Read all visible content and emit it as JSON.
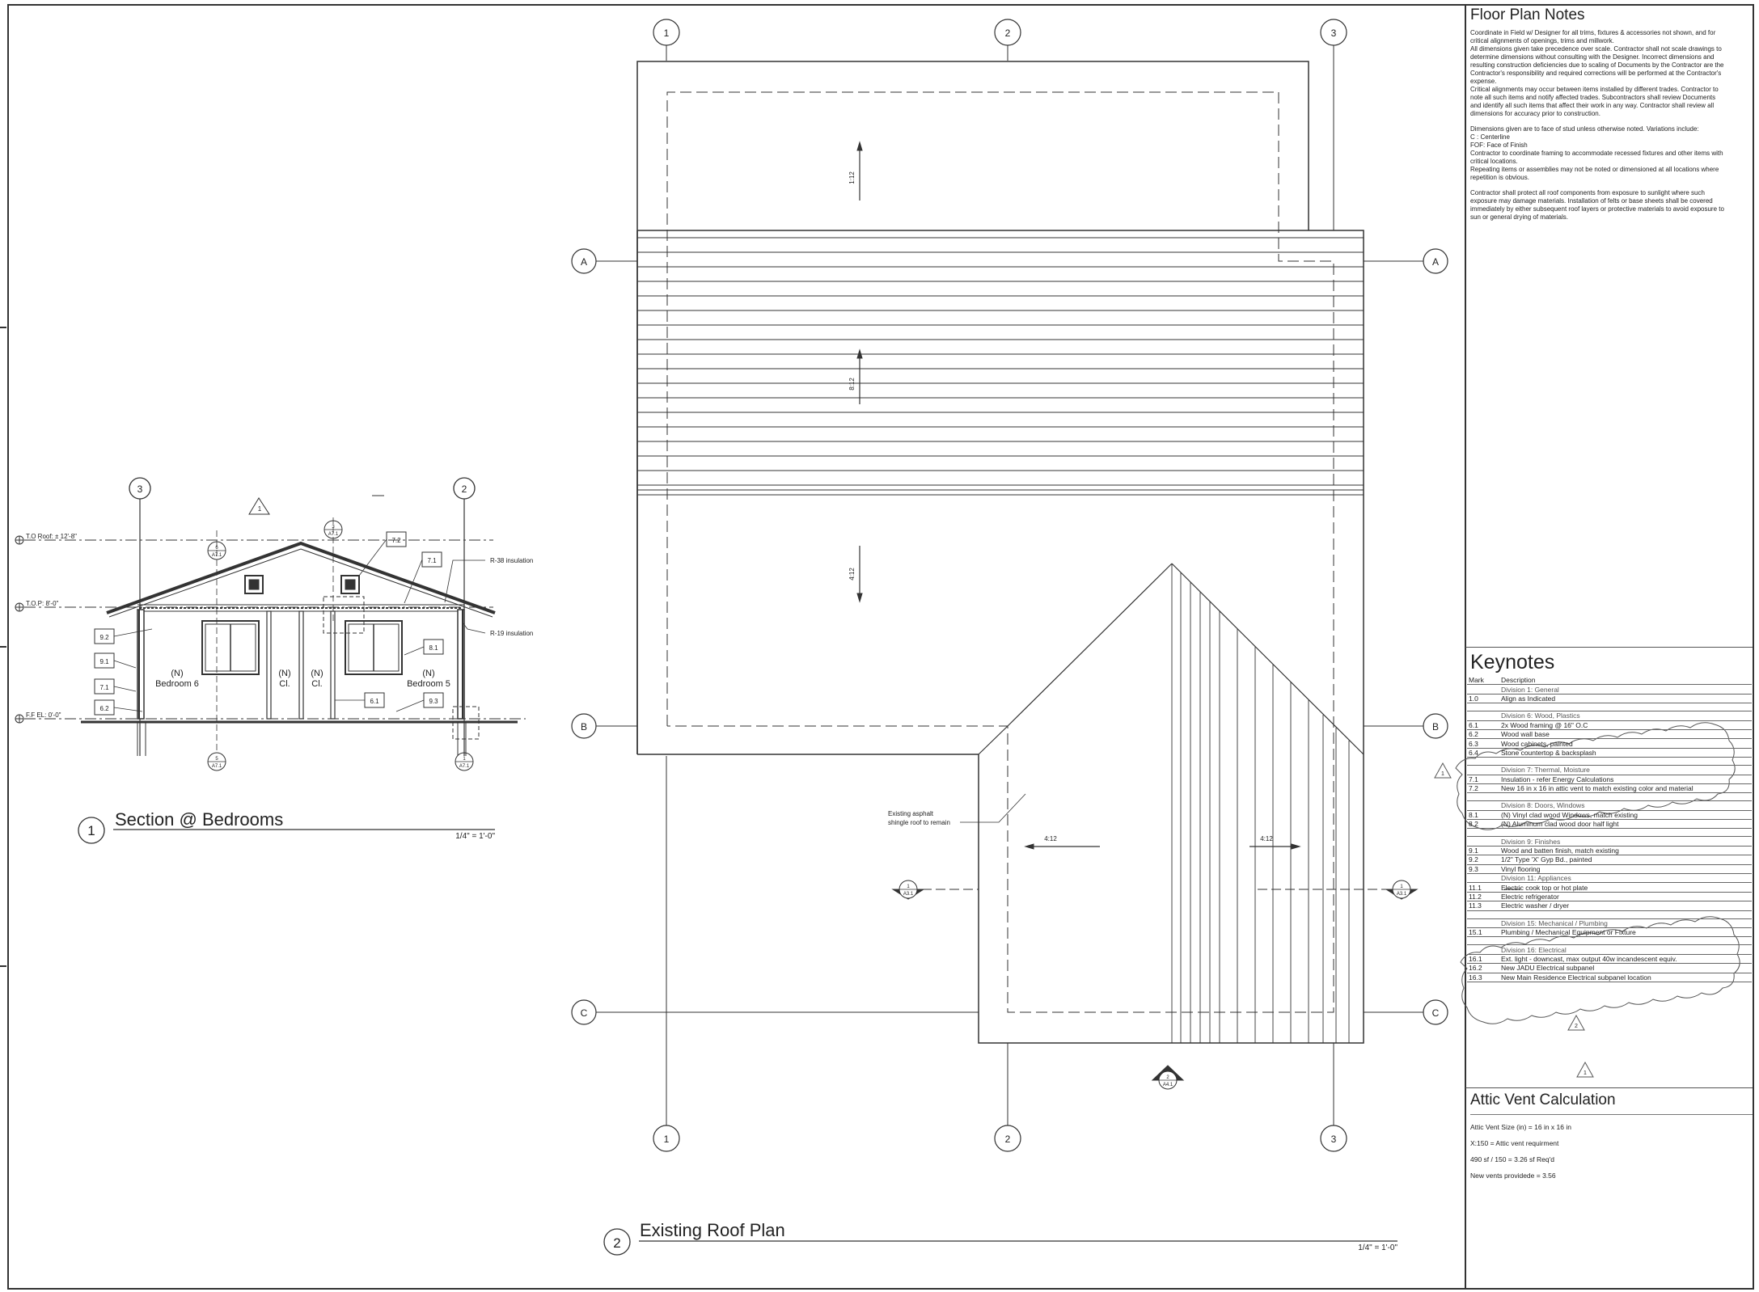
{
  "section": {
    "title": "Section @ Bedrooms",
    "number": "1",
    "scale": "1/4\" = 1'-0\"",
    "grids": [
      "3",
      "2"
    ],
    "revision": "1",
    "levels": [
      "T.O Roof: ± 12'-8\"",
      "T.O.P: 8'-0\"",
      "F.F EL: 0'-0\""
    ],
    "rooms": {
      "bedroom6": [
        "(N)",
        "Bedroom 6"
      ],
      "closet1": [
        "(N)",
        "Cl."
      ],
      "closet2": [
        "(N)",
        "Cl."
      ],
      "bedroom5": [
        "(N)",
        "Bedroom 5"
      ]
    },
    "tags": [
      "7.2",
      "7.1",
      "9.2",
      "9.1",
      "7.1",
      "6.2",
      "8.1",
      "6.1",
      "9.3"
    ],
    "insulation": [
      "R-38 insulation",
      "R-19 insulation"
    ],
    "detail_refs": [
      {
        "num": "6",
        "sheet": "A7.1"
      },
      {
        "num": "3",
        "sheet": "A7.1"
      },
      {
        "num": "5",
        "sheet": "A7.1"
      },
      {
        "num": "1",
        "sheet": "A7.1"
      }
    ]
  },
  "roof_plan": {
    "title": "Existing Roof Plan",
    "number": "2",
    "scale": "1/4\" = 1'-0\"",
    "grid_cols": [
      "1",
      "2",
      "3"
    ],
    "grid_rows": [
      "A",
      "B",
      "C"
    ],
    "slopes": [
      "1:12",
      "8:12",
      "4:12",
      "4:12",
      "4:12"
    ],
    "note": [
      "Existing asphalt",
      "shingle roof to remain"
    ],
    "section_markers": [
      {
        "num": "1",
        "sheet": "A3.1"
      },
      {
        "num": "1",
        "sheet": "A3.1"
      },
      {
        "num": "2",
        "sheet": "A4.1"
      }
    ]
  },
  "floor_plan_notes": {
    "title": "Floor Plan Notes",
    "paragraphs": [
      "Coordinate in Field w/ Designer for all trims, fixtures & accessories not shown, and for\ncritical alignments of openings, trims and millwork.\nAll dimensions given take precedence over scale. Contractor shall not scale drawings to\ndetermine dimensions without consulting with the Designer. Incorrect dimensions and\nresulting construction deficiencies due to scaling of Documents by the Contractor are the\nContractor's responsibility and required corrections will be performed at the Contractor's\nexpense.\nCritical alignments may occur between items installed by different trades. Contractor to\nnote all such items and notify affected trades. Subcontractors shall review Documents\nand identify all such items that affect their work in any way. Contractor shall review all\ndimensions for accuracy prior to construction.",
      "Dimensions given are to face of stud unless otherwise noted. Variations include:\nC : Centerline\nFOF: Face of Finish\nContractor to coordinate framing to accommodate recessed fixtures and other items with\ncritical locations.\nRepeating items or assemblies may not be noted or dimensioned at all locations where\nrepetition is obvious.",
      "Contractor shall protect all roof components from exposure to sunlight where such\nexposure may damage materials. Installation of felts or base sheets shall be covered\nimmediately by either subsequent roof layers or protective materials to avoid exposure to\nsun or general drying of materials."
    ]
  },
  "keynotes": {
    "title": "Keynotes",
    "header": {
      "mark": "Mark",
      "description": "Description"
    },
    "rows": [
      {
        "mark": "",
        "description": "Division 1: General",
        "type": "division"
      },
      {
        "mark": "1.0",
        "description": "Align as Indicated",
        "type": "item"
      },
      {
        "mark": "",
        "description": "",
        "type": "spacer"
      },
      {
        "mark": "",
        "description": "Division 6: Wood, Plastics",
        "type": "division"
      },
      {
        "mark": "6.1",
        "description": "2x Wood framing @ 16\" O.C",
        "type": "item"
      },
      {
        "mark": "6.2",
        "description": "Wood wall base",
        "type": "item"
      },
      {
        "mark": "6.3",
        "description": "Wood cabinets, painted",
        "type": "item"
      },
      {
        "mark": "6.4",
        "description": "Stone countertop & backsplash",
        "type": "item"
      },
      {
        "mark": "",
        "description": "",
        "type": "spacer"
      },
      {
        "mark": "",
        "description": "Division 7: Thermal, Moisture",
        "type": "division"
      },
      {
        "mark": "7.1",
        "description": "Insulation - refer Energy Calculations",
        "type": "item"
      },
      {
        "mark": "7.2",
        "description": "New 16 in x 16 in attic vent to match existing color and material",
        "type": "item"
      },
      {
        "mark": "",
        "description": "",
        "type": "spacer"
      },
      {
        "mark": "",
        "description": "Division 8: Doors, Windows",
        "type": "division"
      },
      {
        "mark": "8.1",
        "description": "(N) Vinyl clad wood Windows, match existing",
        "type": "item"
      },
      {
        "mark": "8.2",
        "description": "(N) Aluminum clad wood door half light",
        "type": "item"
      },
      {
        "mark": "",
        "description": "",
        "type": "spacer"
      },
      {
        "mark": "",
        "description": "Division 9: Finishes",
        "type": "division"
      },
      {
        "mark": "9.1",
        "description": "Wood and batten finish, match existing",
        "type": "item"
      },
      {
        "mark": "9.2",
        "description": "1/2\" Type 'X' Gyp Bd., painted",
        "type": "item"
      },
      {
        "mark": "9.3",
        "description": "Vinyl flooring",
        "type": "item"
      },
      {
        "mark": "",
        "description": "Division 11: Appliances",
        "type": "division"
      },
      {
        "mark": "11.1",
        "description": "Electric cook top or hot plate",
        "type": "item"
      },
      {
        "mark": "11.2",
        "description": "Electric refrigerator",
        "type": "item"
      },
      {
        "mark": "11.3",
        "description": "Electric washer / dryer",
        "type": "item"
      },
      {
        "mark": "",
        "description": "",
        "type": "spacer"
      },
      {
        "mark": "",
        "description": "Division 15: Mechanical / Plumbing",
        "type": "division"
      },
      {
        "mark": "15.1",
        "description": "Plumbing / Mechanical Equipment or Fixture",
        "type": "item"
      },
      {
        "mark": "",
        "description": "",
        "type": "spacer"
      },
      {
        "mark": "",
        "description": "Division 16: Electrical",
        "type": "division"
      },
      {
        "mark": "16.1",
        "description": "Ext. light - downcast, max output 40w incandescent equiv.",
        "type": "item"
      },
      {
        "mark": "16.2",
        "description": "New JADU Electrical subpanel",
        "type": "item"
      },
      {
        "mark": "16.3",
        "description": "New Main Residence Electrical subpanel location",
        "type": "item"
      }
    ],
    "revision_tags": [
      "1",
      "2"
    ]
  },
  "attic_vent": {
    "title": "Attic Vent Calculation",
    "revision": "1",
    "lines": [
      "Attic Vent Size (in) =     16 in x 16 in",
      "X:150 = Attic vent requirment",
      "490 sf / 150 = 3.26 sf Req'd",
      "New vents providede = 3.56"
    ]
  }
}
